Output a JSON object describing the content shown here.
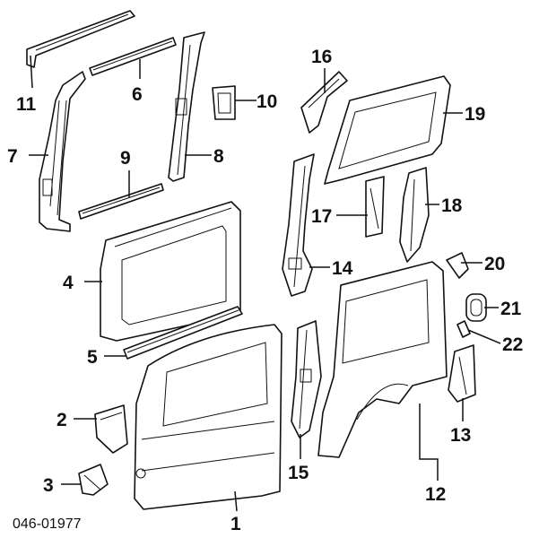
{
  "diagram": {
    "code": "046-01977",
    "callouts": {
      "c1": "1",
      "c2": "2",
      "c3": "3",
      "c4": "4",
      "c5": "5",
      "c6": "6",
      "c7": "7",
      "c8": "8",
      "c9": "9",
      "c10": "10",
      "c11": "11",
      "c12": "12",
      "c13": "13",
      "c14": "14",
      "c15": "15",
      "c16": "16",
      "c17": "17",
      "c18": "18",
      "c19": "19",
      "c20": "20",
      "c21": "21",
      "c22": "22"
    }
  }
}
